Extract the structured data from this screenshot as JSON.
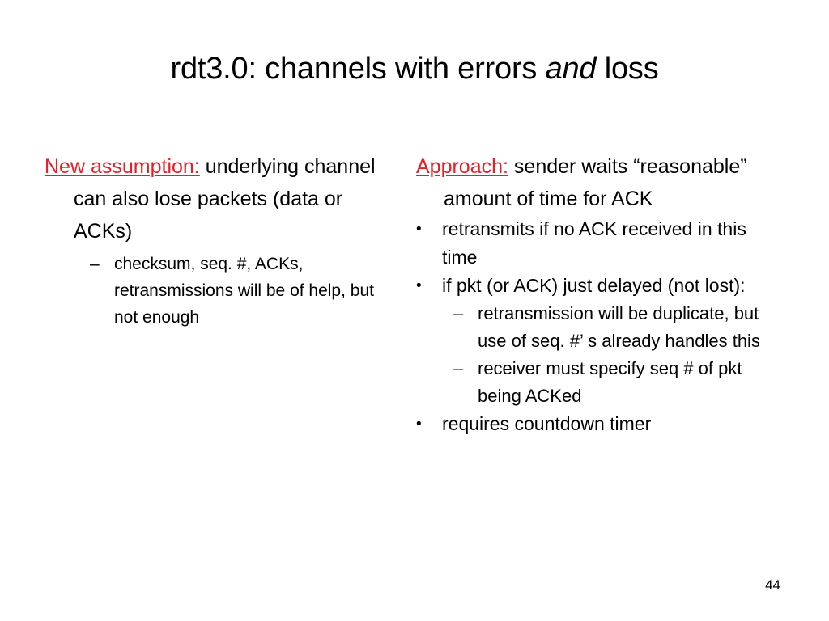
{
  "slide": {
    "title": {
      "part1": "rdt3.0: channels with errors ",
      "emphasis": "and",
      "part2": " loss"
    },
    "page_number": "44",
    "colors": {
      "accent_red": "#ED1C24",
      "text": "#000000",
      "background": "#FFFFFF"
    },
    "left_column": {
      "lead_label": "New assumption:",
      "lead_body": " underlying channel can also lose packets (data or ACKs)",
      "sub_bullets": [
        {
          "marker": "–",
          "text": "checksum, seq. #, ACKs, retransmissions will be of help, but not enough"
        }
      ]
    },
    "right_column": {
      "lead_label": "Approach:",
      "lead_body": " sender waits “reasonable” amount of time for ACK",
      "bullets": [
        {
          "marker": "•",
          "text": "retransmits if no ACK received in this time"
        },
        {
          "marker": "•",
          "text": "if pkt (or ACK) just delayed (not lost):"
        },
        {
          "marker": "•",
          "text": "requires countdown timer"
        }
      ],
      "sub_bullets": [
        {
          "marker": "–",
          "text": "retransmission will be duplicate, but use of seq. #’ s already handles this"
        },
        {
          "marker": "–",
          "text": "receiver must specify seq # of pkt being ACKed"
        }
      ]
    }
  }
}
